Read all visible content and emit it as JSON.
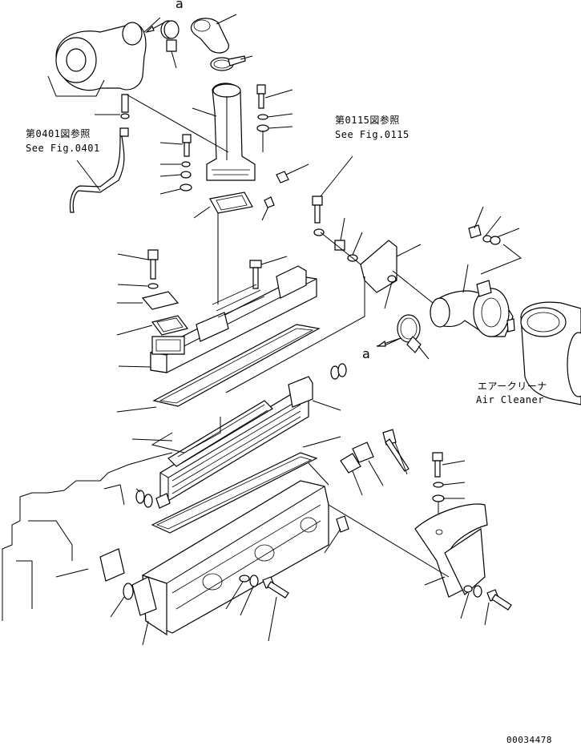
{
  "references": {
    "fig0401_jp": "第0401図参照",
    "fig0401_en": "See Fig.0401",
    "fig0115_jp": "第0115図参照",
    "fig0115_en": "See Fig.0115"
  },
  "air_cleaner": {
    "jp": "エアークリーナ",
    "en": "Air Cleaner"
  },
  "connection_marks": {
    "top": "a",
    "middle": "a"
  },
  "drawing_number": "00034478",
  "colors": {
    "line": "#000000",
    "background": "#ffffff"
  }
}
